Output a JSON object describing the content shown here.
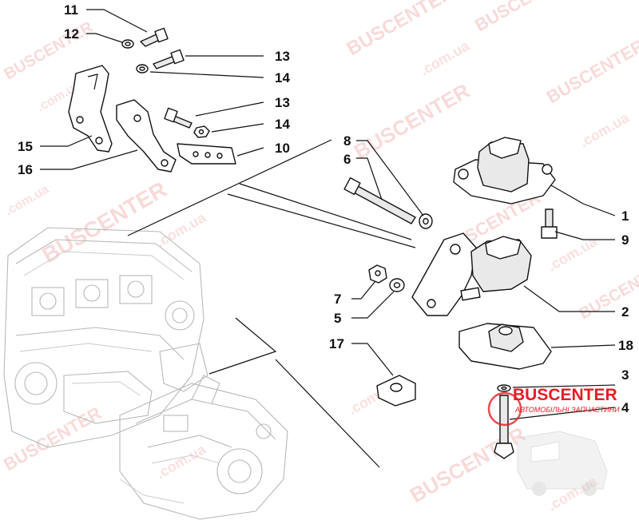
{
  "labels": {
    "l1": "1",
    "l2": "2",
    "l3": "3",
    "l4": "4",
    "l5": "5",
    "l6": "6",
    "l7": "7",
    "l8": "8",
    "l9": "9",
    "l10": "10",
    "l11": "11",
    "l12": "12",
    "l13a": "13",
    "l13b": "13",
    "l14a": "14",
    "l14b": "14",
    "l15": "15",
    "l16": "16",
    "l17": "17",
    "l18": "18"
  },
  "watermark": {
    "text": "BUSCENTER",
    "suffix": ".com.ua"
  },
  "logo": {
    "title": "BUSCENTER",
    "subtitle": "АВТОМОБІЛЬНІ ЗАПЧАСТИНИ"
  },
  "colors": {
    "watermark": "#e45b55",
    "logo": "#e31e24",
    "line": "#111111"
  }
}
